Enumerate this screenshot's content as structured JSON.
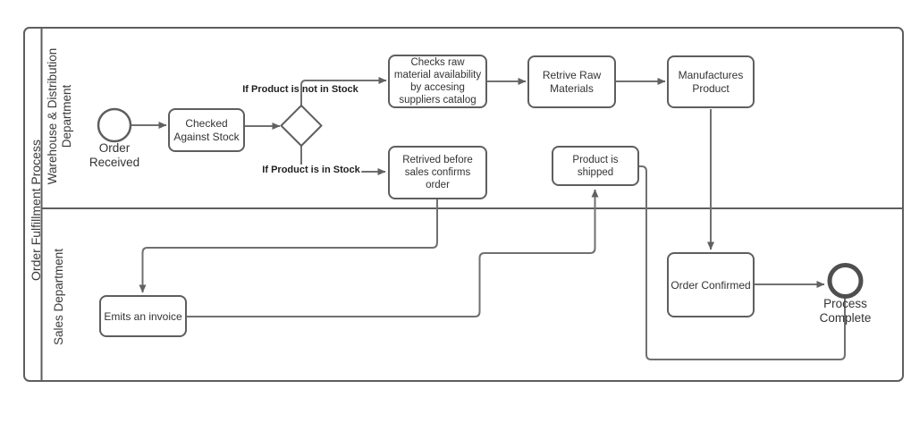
{
  "diagram": {
    "pool_title": "Order Fulfillment Process",
    "lanes": {
      "warehouse": "Warehouse & Distribution\nDepartment",
      "sales": "Sales Department"
    },
    "nodes": {
      "start_event": "Order Received",
      "checked_against_stock": "Checked Against Stock",
      "checks_raw_material": "Checks raw material availability by accesing suppliers catalog",
      "retrive_raw_materials": "Retrive Raw Materials",
      "manufactures_product": "Manufactures Product",
      "retrived_before_sales": "Retrived before sales confirms order",
      "product_is_shipped": "Product is shipped",
      "emits_an_invoice": "Emits an invoice",
      "order_confirmed": "Order Confirmed",
      "end_event": "Process Complete"
    },
    "edge_labels": {
      "not_in_stock": "If Product is not in Stock",
      "in_stock": "If Product is in Stock"
    },
    "colors": {
      "shape_stroke": "#5e5e5e",
      "connector_stroke": "#707070",
      "arrowhead": "#616161",
      "end_event_stroke": "#4f4f4f",
      "text": "#333333",
      "background": "#ffffff"
    }
  }
}
